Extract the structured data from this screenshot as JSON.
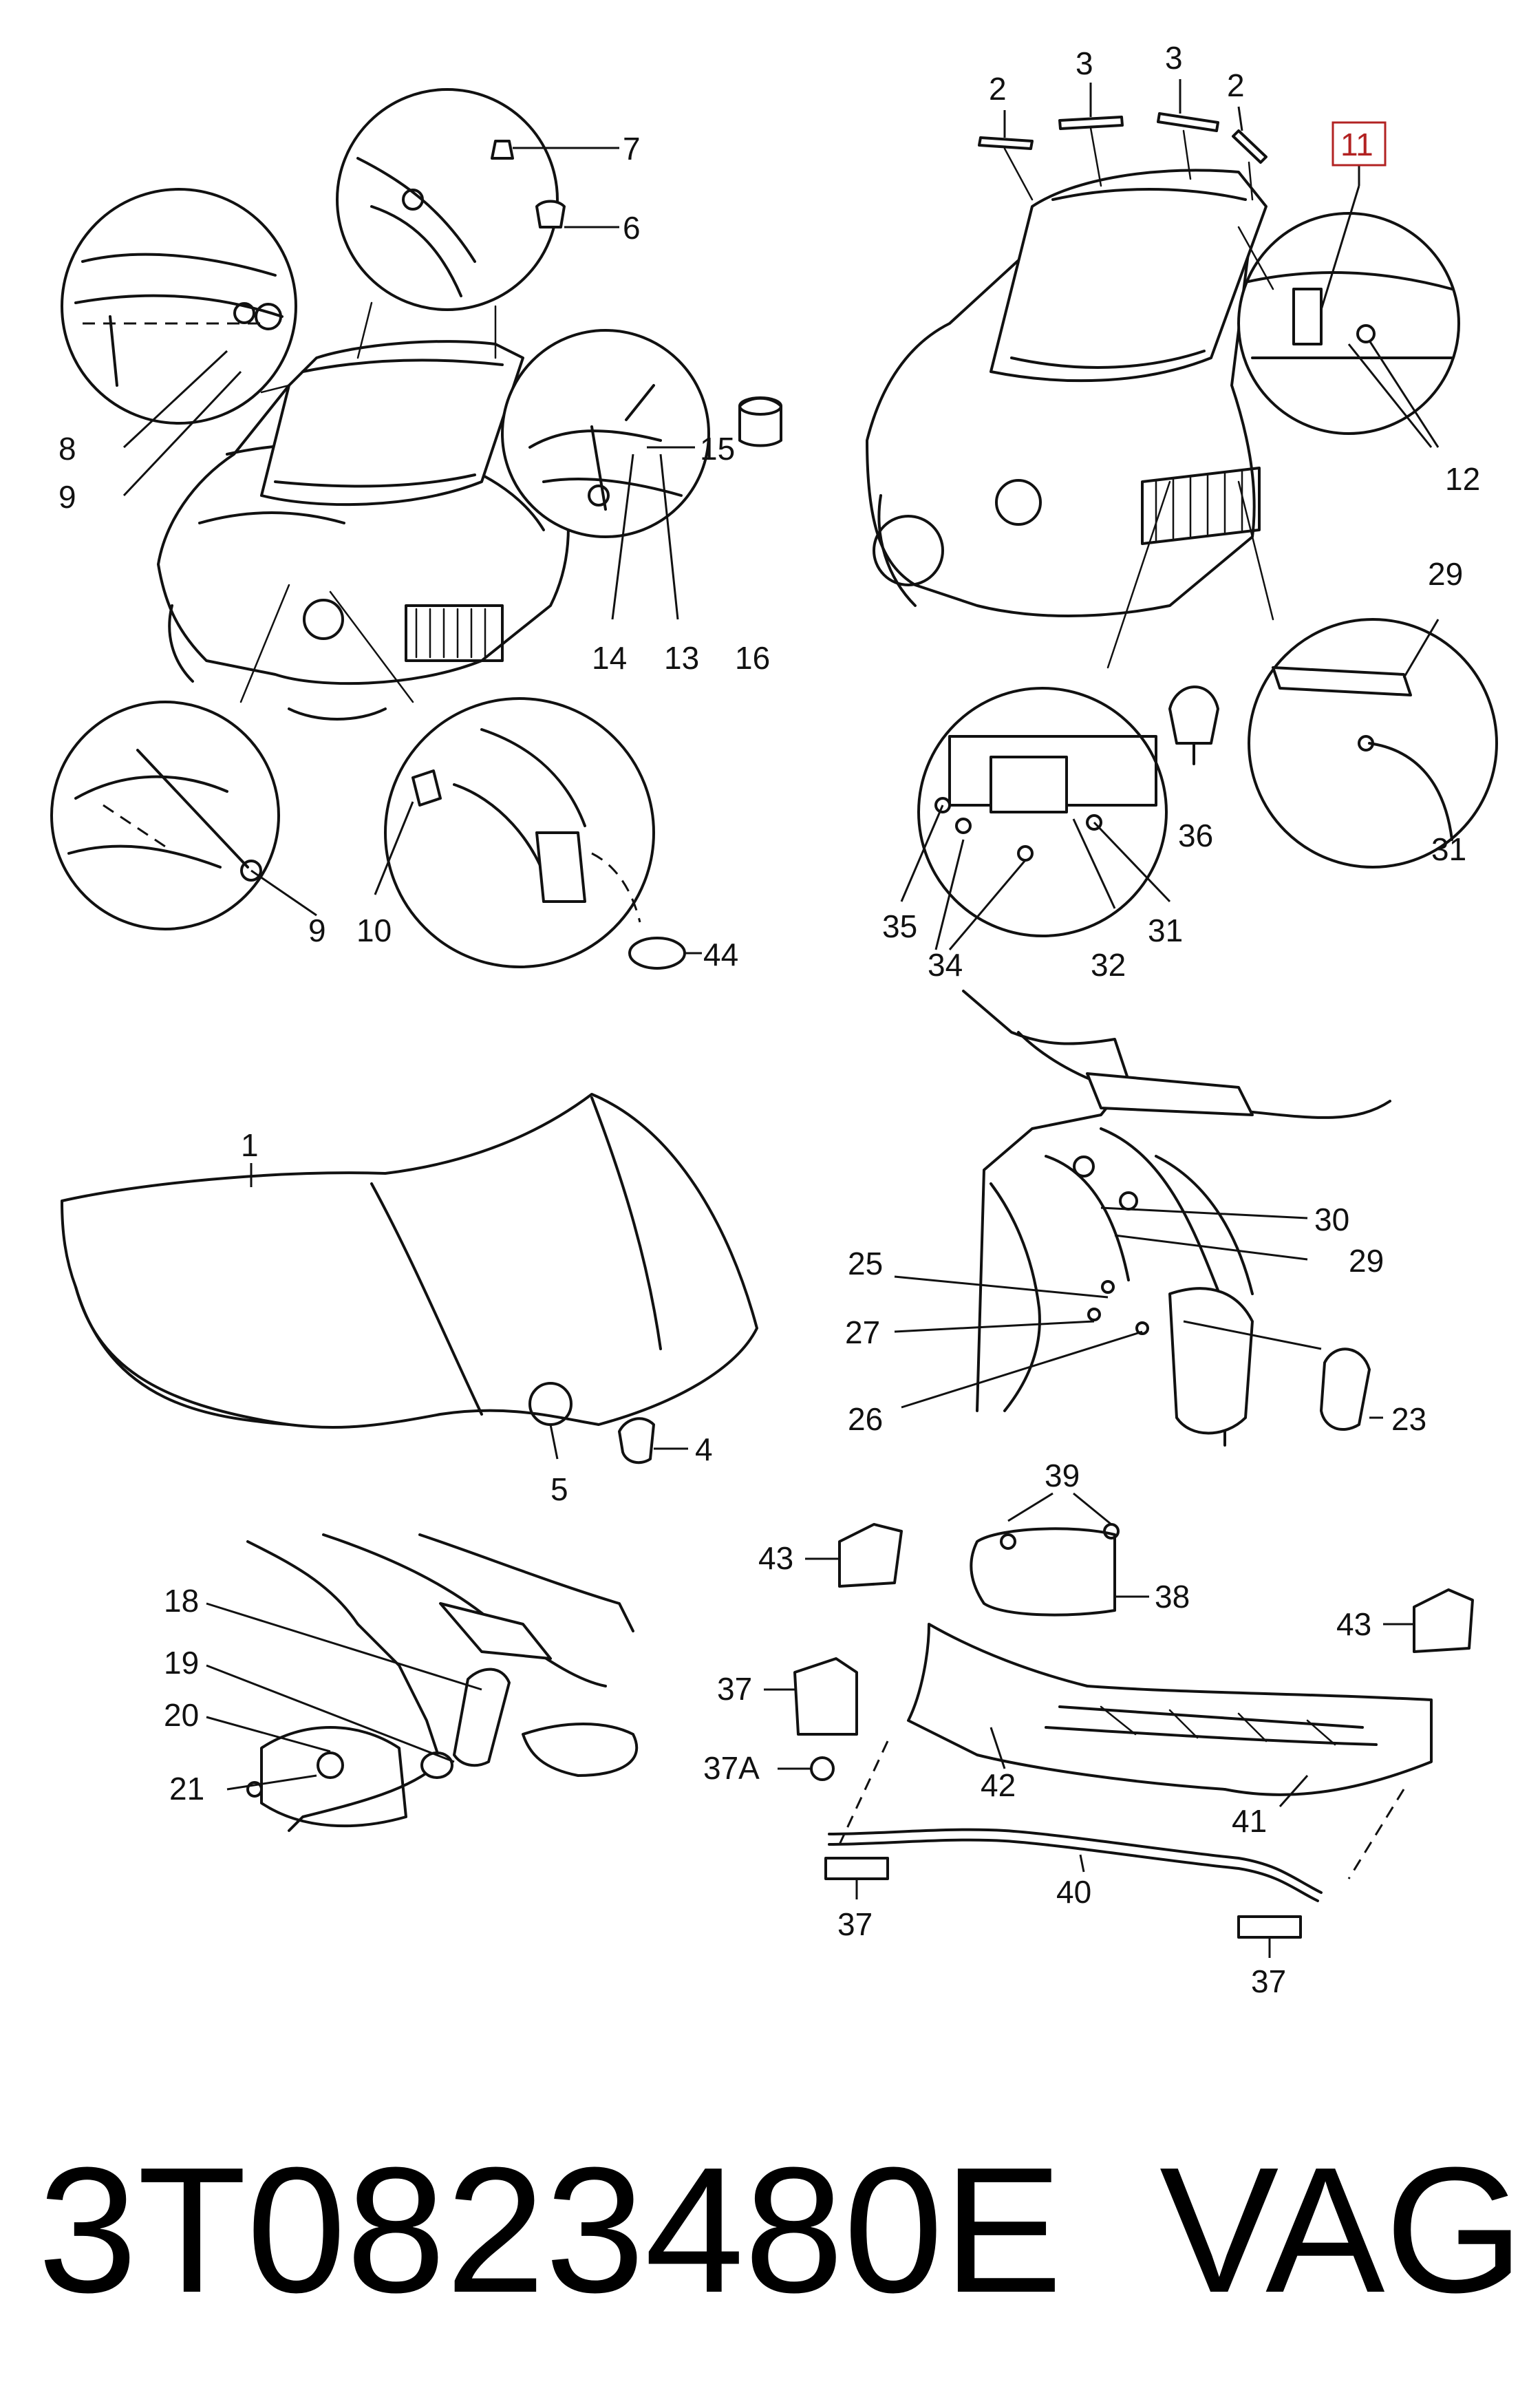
{
  "callouts": {
    "c2a": "2",
    "c3a": "3",
    "c3b": "3",
    "c2b": "2",
    "c11": "11",
    "c7": "7",
    "c6": "6",
    "c8": "8",
    "c9a": "9",
    "c15": "15",
    "c14": "14",
    "c13": "13",
    "c16": "16",
    "c12": "12",
    "c29a": "29",
    "c9b": "9",
    "c10": "10",
    "c44": "44",
    "c36": "36",
    "c31a": "31",
    "c35": "35",
    "c34": "34",
    "c32": "32",
    "c31b": "31",
    "c1": "1",
    "c4": "4",
    "c5": "5",
    "c30": "30",
    "c29b": "29",
    "c25": "25",
    "c27": "27",
    "c26": "26",
    "c23": "23",
    "c18": "18",
    "c19": "19",
    "c20": "20",
    "c21": "21",
    "c39": "39",
    "c43a": "43",
    "c38": "38",
    "c43b": "43",
    "c37a": "37",
    "c37A": "37A",
    "c42": "42",
    "c41": "41",
    "c40": "40",
    "c37b": "37",
    "c37c": "37"
  },
  "part_number": "3T0823480E",
  "brand": "VAG",
  "colors": {
    "line": "#111111",
    "highlight": "#b22222"
  }
}
